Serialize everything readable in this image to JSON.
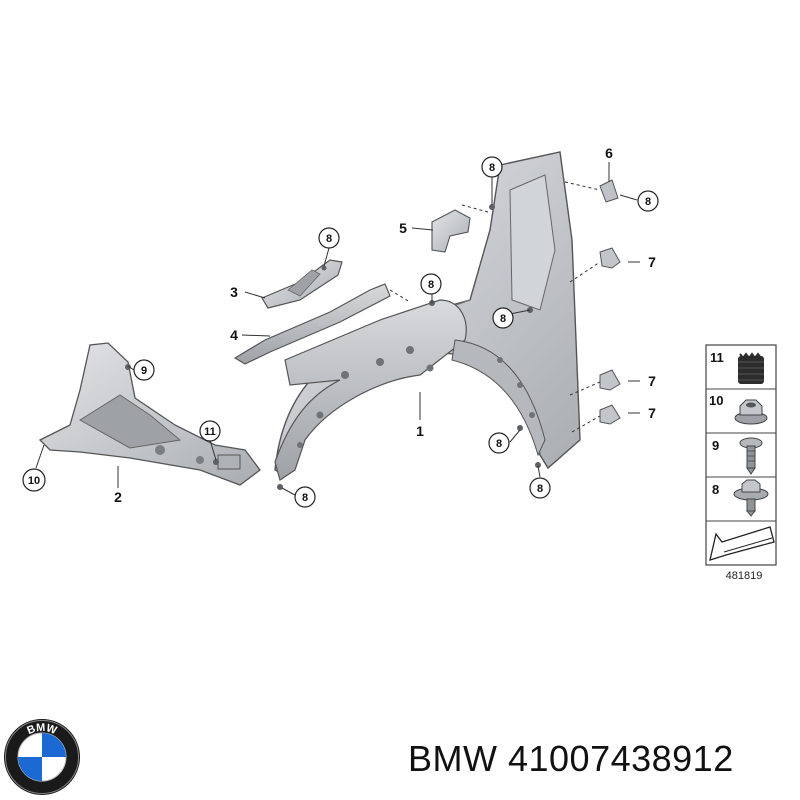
{
  "callouts": [
    "8",
    "8",
    "8",
    "8",
    "8",
    "8",
    "8",
    "8",
    "8",
    "9",
    "11",
    "10"
  ],
  "part_labels": [
    "1",
    "2",
    "3",
    "4",
    "5",
    "6",
    "7",
    "7",
    "7"
  ],
  "legend": {
    "items": [
      "11",
      "10",
      "9",
      "8"
    ],
    "diagram_id": "481819"
  },
  "brand": {
    "logo_letters": "BMW",
    "caption": "BMW 41007438912",
    "colors": {
      "blue": "#1c69d4",
      "ring": "#1a1a1a"
    }
  },
  "colors": {
    "part_gray": "#c9ccd0",
    "part_dark": "#8f9499",
    "line": "#333333"
  }
}
